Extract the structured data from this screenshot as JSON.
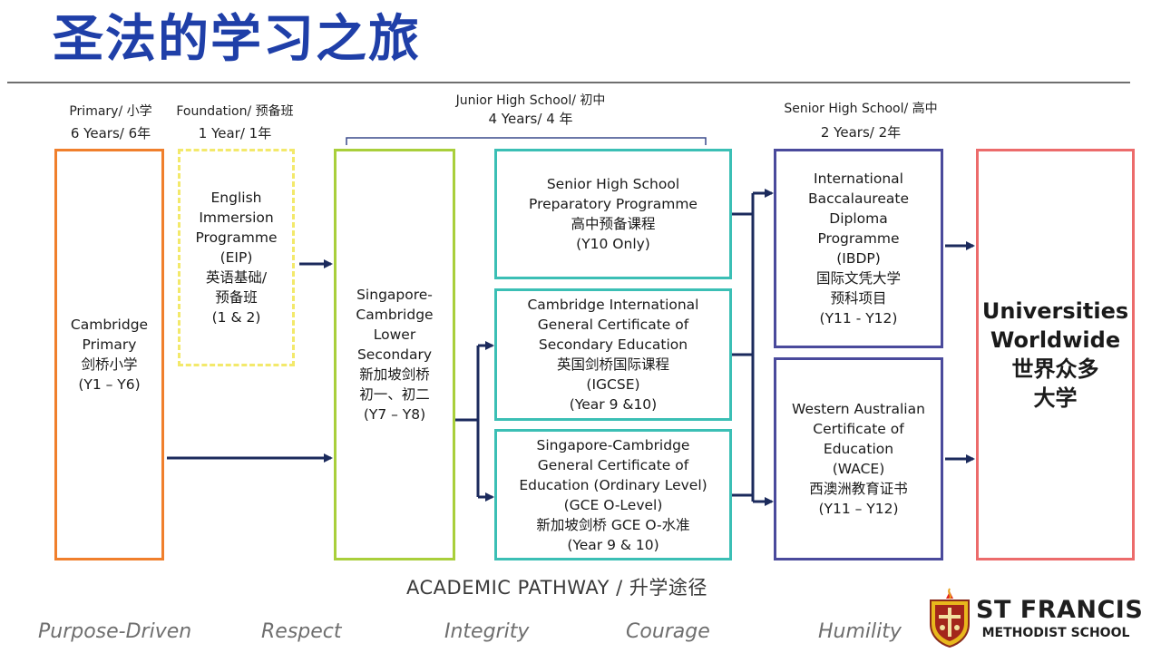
{
  "title": "圣法的学习之旅",
  "headers": {
    "primary": {
      "line1": "Primary/ 小学",
      "line2": "6 Years/ 6年"
    },
    "foundation": {
      "line1": "Foundation/ 预备班",
      "line2": "1 Year/ 1年"
    },
    "junior": {
      "line1": "Junior High School/ 初中",
      "line2": "4 Years/ 4 年"
    },
    "senior": {
      "line1": "Senior High School/ 高中",
      "line2": "2 Years/ 2年"
    }
  },
  "boxes": {
    "cambridge_primary": [
      "Cambridge",
      "Primary",
      "剑桥小学",
      "(Y1 – Y6)"
    ],
    "eip": [
      "English",
      "Immersion",
      "Programme",
      "(EIP)",
      "英语基础/",
      "预备班",
      "(1 & 2)"
    ],
    "lower_secondary": [
      "Singapore-",
      "Cambridge",
      "Lower",
      "Secondary",
      "新加坡剑桥",
      "初一、初二",
      "(Y7 – Y8)"
    ],
    "prep": [
      "Senior High School",
      "Preparatory Programme",
      "高中预备课程",
      "(Y10 Only)"
    ],
    "igcse": [
      "Cambridge International",
      "General Certificate of",
      "Secondary Education",
      "英国剑桥国际课程",
      "(IGCSE)",
      "(Year 9 &10)"
    ],
    "olevel": [
      "Singapore-Cambridge",
      "General Certificate of",
      "Education (Ordinary Level)",
      "(GCE O-Level)",
      "新加坡剑桥 GCE O-水准",
      "(Year 9 & 10)"
    ],
    "ibdp": [
      "International",
      "Baccalaureate",
      "Diploma",
      "Programme",
      "(IBDP)",
      "国际文凭大学",
      "预科项目",
      "(Y11 - Y12)"
    ],
    "wace": [
      "Western Australian",
      "Certificate of",
      "Education",
      "(WACE)",
      "西澳洲教育证书",
      "(Y11 – Y12)"
    ],
    "universities": [
      "Universities",
      "Worldwide",
      "世界众多",
      "大学"
    ]
  },
  "pathway_label": "ACADEMIC PATHWAY / 升学途径",
  "values": [
    "Purpose-Driven",
    "Respect",
    "Integrity",
    "Courage",
    "Humility"
  ],
  "school": {
    "line1": "ST FRANCIS",
    "line2": "METHODIST SCHOOL"
  },
  "colors": {
    "title": "#1f3fa8",
    "arrow": "#1b2a5c",
    "primary_border": "#f07f2c",
    "foundation_border": "#f3e96b",
    "lower_secondary_border": "#a9cf3b",
    "junior_border": "#3bbfb5",
    "senior_border": "#4a4a9c",
    "universities_border": "#ec6b6b"
  }
}
